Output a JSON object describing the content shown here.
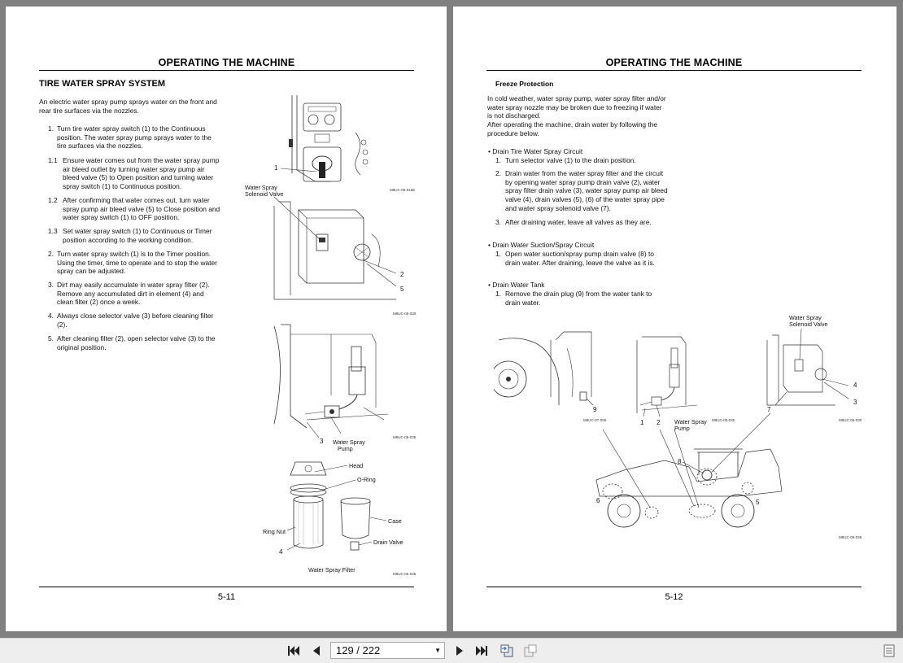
{
  "left_page": {
    "header": "OPERATING THE MACHINE",
    "section_title": "TIRE WATER SPRAY SYSTEM",
    "intro": [
      "An electric water spray pump sprays water on the front and",
      "rear tire surfaces via the nozzles."
    ],
    "steps": [
      {
        "num": "1.",
        "lines": [
          "Turn tire water spray switch (1) to the Continuous",
          "position. The water spray pump sprays water to the",
          "tire surfaces via the nozzles."
        ]
      },
      {
        "num": "1.1",
        "lines": [
          "Ensure water comes out from the water spray pump",
          "air bleed outlet by turning water spray pump air",
          "bleed valve (5) to Open position and turning water",
          "spray switch (1) to Continuous position."
        ]
      },
      {
        "num": "1.2",
        "lines": [
          "After confirming that water comes out, turn water",
          "spray pump air bleed valve (5) to Close position and",
          "water spray switch (1) to OFF position."
        ]
      },
      {
        "num": "1.3",
        "lines": [
          "Set water spray switch (1) to Continuous or Timer",
          "position according to the working condition."
        ]
      },
      {
        "num": "2.",
        "lines": [
          "Turn water spray switch (1) is to the Timer position.",
          "Using the timer, time to operate and to stop the water",
          "spray can be adjusted."
        ]
      },
      {
        "num": "3.",
        "lines": [
          "Dirt may easily accumulate in water spray filter (2).",
          "Remove any accumulated dirt in element (4) and",
          "clean filter (2) once a week."
        ]
      },
      {
        "num": "4.",
        "lines": [
          "Always close selector valve (3) before cleaning filter",
          "(2)."
        ]
      },
      {
        "num": "5.",
        "lines": [
          "After cleaning filter (2), open selector valve (3) to the",
          "original position."
        ]
      }
    ],
    "fig1": {
      "callout": "1",
      "code": "M8UC-05-015E"
    },
    "fig2": {
      "label_line1": "Water Spray",
      "label_line2": "Solenoid Valve",
      "c2": "2",
      "c5": "5",
      "code": "M8UC-05-030"
    },
    "fig3": {
      "c3": "3",
      "label_line1": "Water Spray",
      "label_line2": "Pump",
      "code": "M8UC-05-035"
    },
    "fig4": {
      "head": "Head",
      "oring": "O-Ring",
      "case": "Case",
      "ring_nut": "Ring Nut",
      "c4": "4",
      "drain": "Drain Valve",
      "caption": "Water Spray Filter",
      "code": "M8UC-05-036"
    },
    "page_number": "5-11"
  },
  "right_page": {
    "header": "OPERATING THE MACHINE",
    "sub_title": "Freeze Protection",
    "intro": [
      "In cold weather, water spray pump, water spray filter and/or",
      "water spray nozzle may be broken due to freezing if water",
      "is not discharged.",
      "After operating the machine, drain water by following the",
      "procedure below."
    ],
    "group1": {
      "bullet": "Drain Tire Water Spray Circuit",
      "steps": [
        {
          "num": "1.",
          "lines": [
            "Turn selector valve (1) to the drain position."
          ]
        },
        {
          "num": "2.",
          "lines": [
            "Drain water from the water spray filter and the circuit",
            "by opening water spray pump drain valve (2), water",
            "spray filter drain valve (3), water spray pump air bleed",
            "valve (4), drain valves (5), (6) of the water spray pipe",
            "and water spray solenoid valve (7)."
          ]
        },
        {
          "num": "3.",
          "lines": [
            "After draining water, leave all valves as they are."
          ]
        }
      ]
    },
    "group2": {
      "bullet": "Drain Water Suction/Spray Circuit",
      "steps": [
        {
          "num": "1.",
          "lines": [
            "Open water suction/spray pump drain valve (8) to",
            "drain water. After draining, leave the valve as it is."
          ]
        }
      ]
    },
    "group3": {
      "bullet": "Drain Water Tank",
      "steps": [
        {
          "num": "1.",
          "lines": [
            "Remove the drain plug (9) from the water tank to",
            "drain water."
          ]
        }
      ]
    },
    "figure": {
      "sol_line1": "Water Spray",
      "sol_line2": "Solenoid Valve",
      "c9": "9",
      "c1": "1",
      "c2": "2",
      "c4": "4",
      "c3": "3",
      "c7": "7",
      "c8": "8",
      "c6": "6",
      "c5": "5",
      "pump_line1": "Water Spray",
      "pump_line2": "Pump",
      "code1": "M8UC-07-005",
      "code2": "M8UC-05-035",
      "code3": "M8UC-05-030",
      "code4": "M8UC-05-036"
    },
    "page_number": "5-12"
  },
  "toolbar": {
    "page_indicator": "129 / 222",
    "first_icon": "first-page-icon",
    "prev_icon": "prev-page-icon",
    "next_icon": "next-page-icon",
    "last_icon": "last-page-icon"
  }
}
